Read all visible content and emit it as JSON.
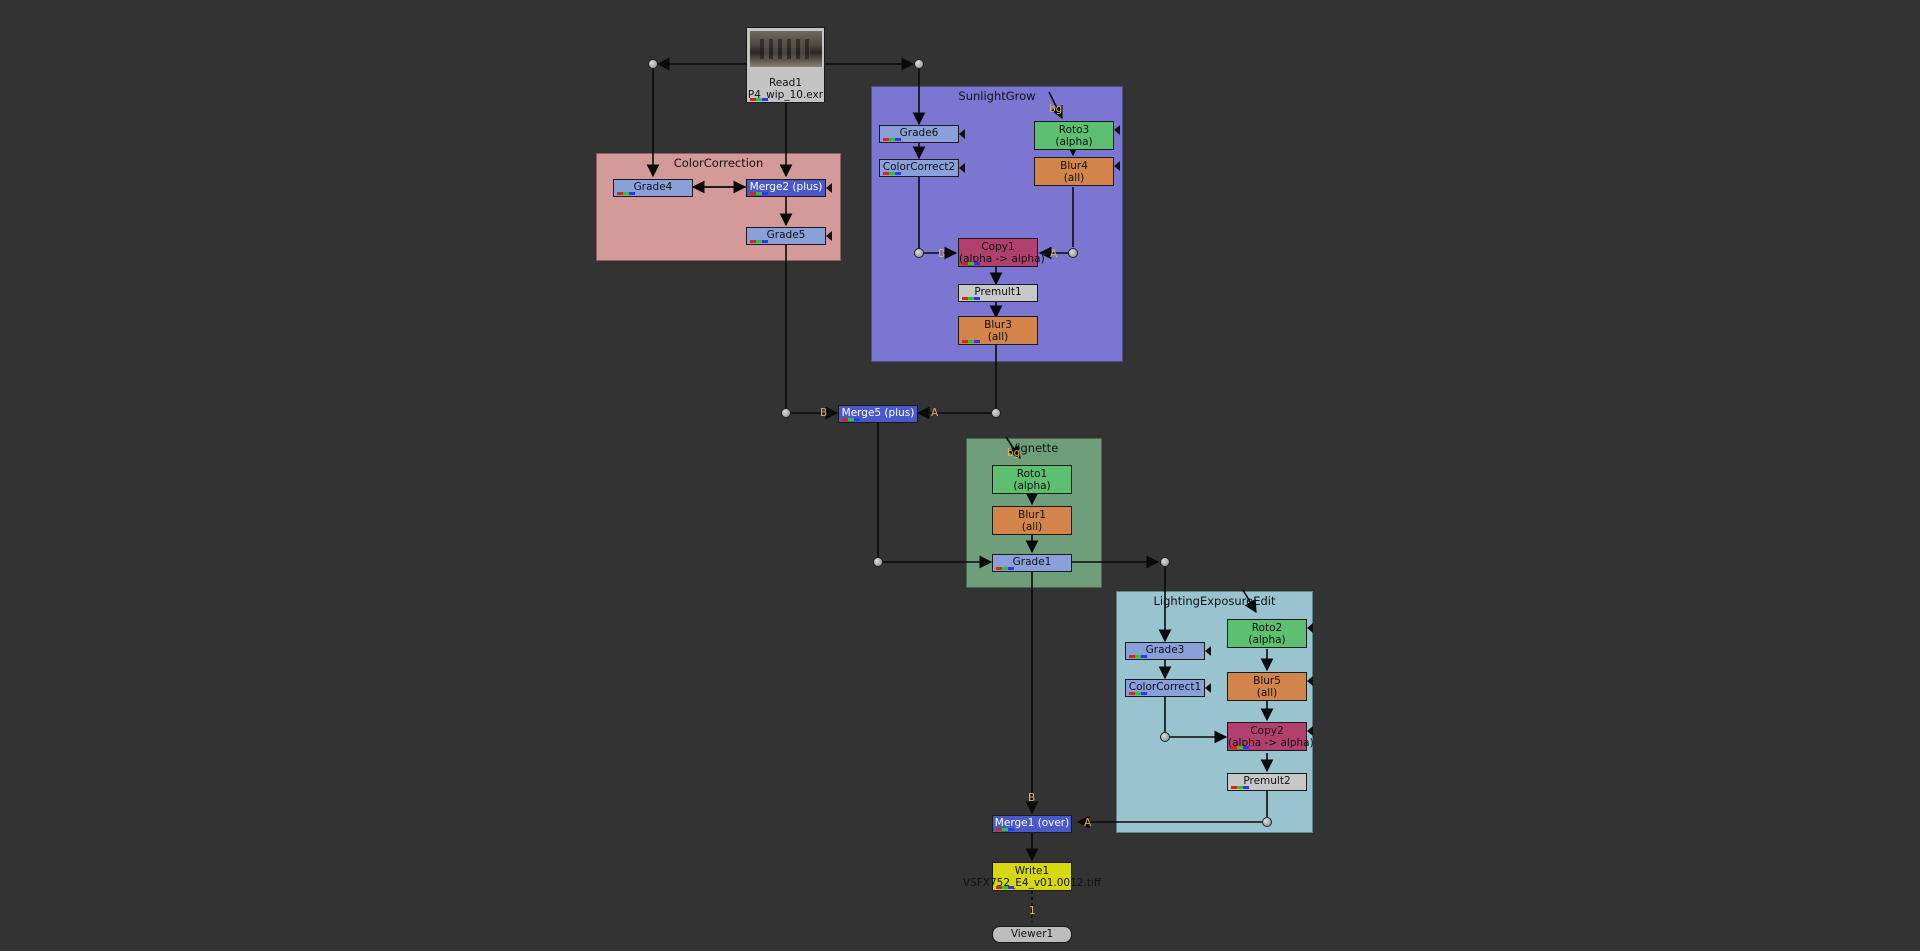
{
  "backdrops": {
    "color_correction": {
      "label": "ColorCorrection",
      "color": "#d49a9a"
    },
    "sunlight_grow": {
      "label": "SunlightGrow",
      "color": "#7a76d2"
    },
    "vignette": {
      "label": "Vignette",
      "color": "#6e9e7a"
    },
    "lighting_exposure_edit": {
      "label": "LightingExposureEdit",
      "color": "#98c4d0"
    }
  },
  "nodes": {
    "read1": {
      "label": "Read1",
      "file": "P4_wip_10.exr"
    },
    "grade4": {
      "label": "Grade4"
    },
    "merge2": {
      "label": "Merge2 (plus)"
    },
    "grade5": {
      "label": "Grade5"
    },
    "grade6": {
      "label": "Grade6"
    },
    "colorcorrect2": {
      "label": "ColorCorrect2"
    },
    "roto3": {
      "label": "Roto3",
      "sub": "(alpha)"
    },
    "blur4": {
      "label": "Blur4",
      "sub": "(all)"
    },
    "copy1": {
      "label": "Copy1",
      "sub": "(alpha -> alpha)"
    },
    "premult1": {
      "label": "Premult1"
    },
    "blur3": {
      "label": "Blur3",
      "sub": "(all)"
    },
    "merge5": {
      "label": "Merge5 (plus)"
    },
    "roto1": {
      "label": "Roto1",
      "sub": "(alpha)"
    },
    "blur1": {
      "label": "Blur1",
      "sub": "(all)"
    },
    "grade1": {
      "label": "Grade1"
    },
    "grade3": {
      "label": "Grade3"
    },
    "colorcorrect1": {
      "label": "ColorCorrect1"
    },
    "roto2": {
      "label": "Roto2",
      "sub": "(alpha)"
    },
    "blur5": {
      "label": "Blur5",
      "sub": "(all)"
    },
    "copy2": {
      "label": "Copy2",
      "sub": "(alpha -> alpha)"
    },
    "premult2": {
      "label": "Premult2"
    },
    "merge1": {
      "label": "Merge1 (over)"
    },
    "write1": {
      "label": "Write1",
      "file": "VSFX752_E4_v01.0012.tiff"
    },
    "viewer1": {
      "label": "Viewer1"
    }
  },
  "inputs": {
    "b": "B",
    "a": "A",
    "bg": "bg",
    "viewer_input": "1"
  },
  "colors": {
    "grade": "#8aa0d8",
    "merge": "#4a58c8",
    "roto": "#5cc070",
    "blur": "#d2844a",
    "copy": "#b2406e",
    "premult": "#c8c8c8",
    "write": "#d8d810",
    "viewer": "#bdbdbd"
  }
}
